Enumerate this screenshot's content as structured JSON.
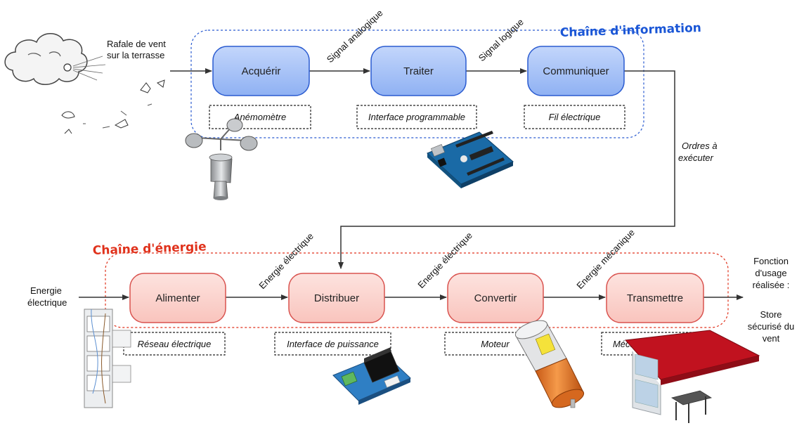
{
  "information_chain": {
    "title": "Chaîne d'information",
    "input_label_line1": "Rafale de vent",
    "input_label_line2": "sur la terrasse",
    "functions": [
      {
        "label": "Acquérir",
        "component": "Anémomètre"
      },
      {
        "label": "Traiter",
        "component": "Interface programmable"
      },
      {
        "label": "Communiquer",
        "component": "Fil électrique"
      }
    ],
    "signals": [
      "Signal analogique",
      "Signal logique"
    ],
    "output_line1": "Ordres à",
    "output_line2": "exécuter"
  },
  "energy_chain": {
    "title": "Chaîne d'énergie",
    "input_line1": "Energie",
    "input_line2": "électrique",
    "functions": [
      {
        "label": "Alimenter",
        "component": "Réseau électrique"
      },
      {
        "label": "Distribuer",
        "component": "Interface de puissance"
      },
      {
        "label": "Convertir",
        "component": "Moteur"
      },
      {
        "label": "Transmettre",
        "component": "Mécanisme du store"
      }
    ],
    "energies": [
      "Energie électrique",
      "Energie électrique",
      "Energie mécanique"
    ]
  },
  "result": {
    "line1": "Fonction",
    "line2": "d'usage",
    "line3": "réalisée :",
    "line4": "Store",
    "line5": "sécurisé du",
    "line6": "vent"
  },
  "colors": {
    "info_fill": "#9dbcf6",
    "info_stroke": "#2a5bd0",
    "energy_fill": "#fbd2cd",
    "energy_stroke": "#d9534f",
    "info_title": "#1a56d6",
    "energy_title": "#e0321c"
  },
  "illustrations": [
    "cloud-wind-icon",
    "anemometer-icon",
    "arduino-board-icon",
    "breaker-panel-icon",
    "relay-module-icon",
    "motor-icon",
    "awning-icon"
  ]
}
